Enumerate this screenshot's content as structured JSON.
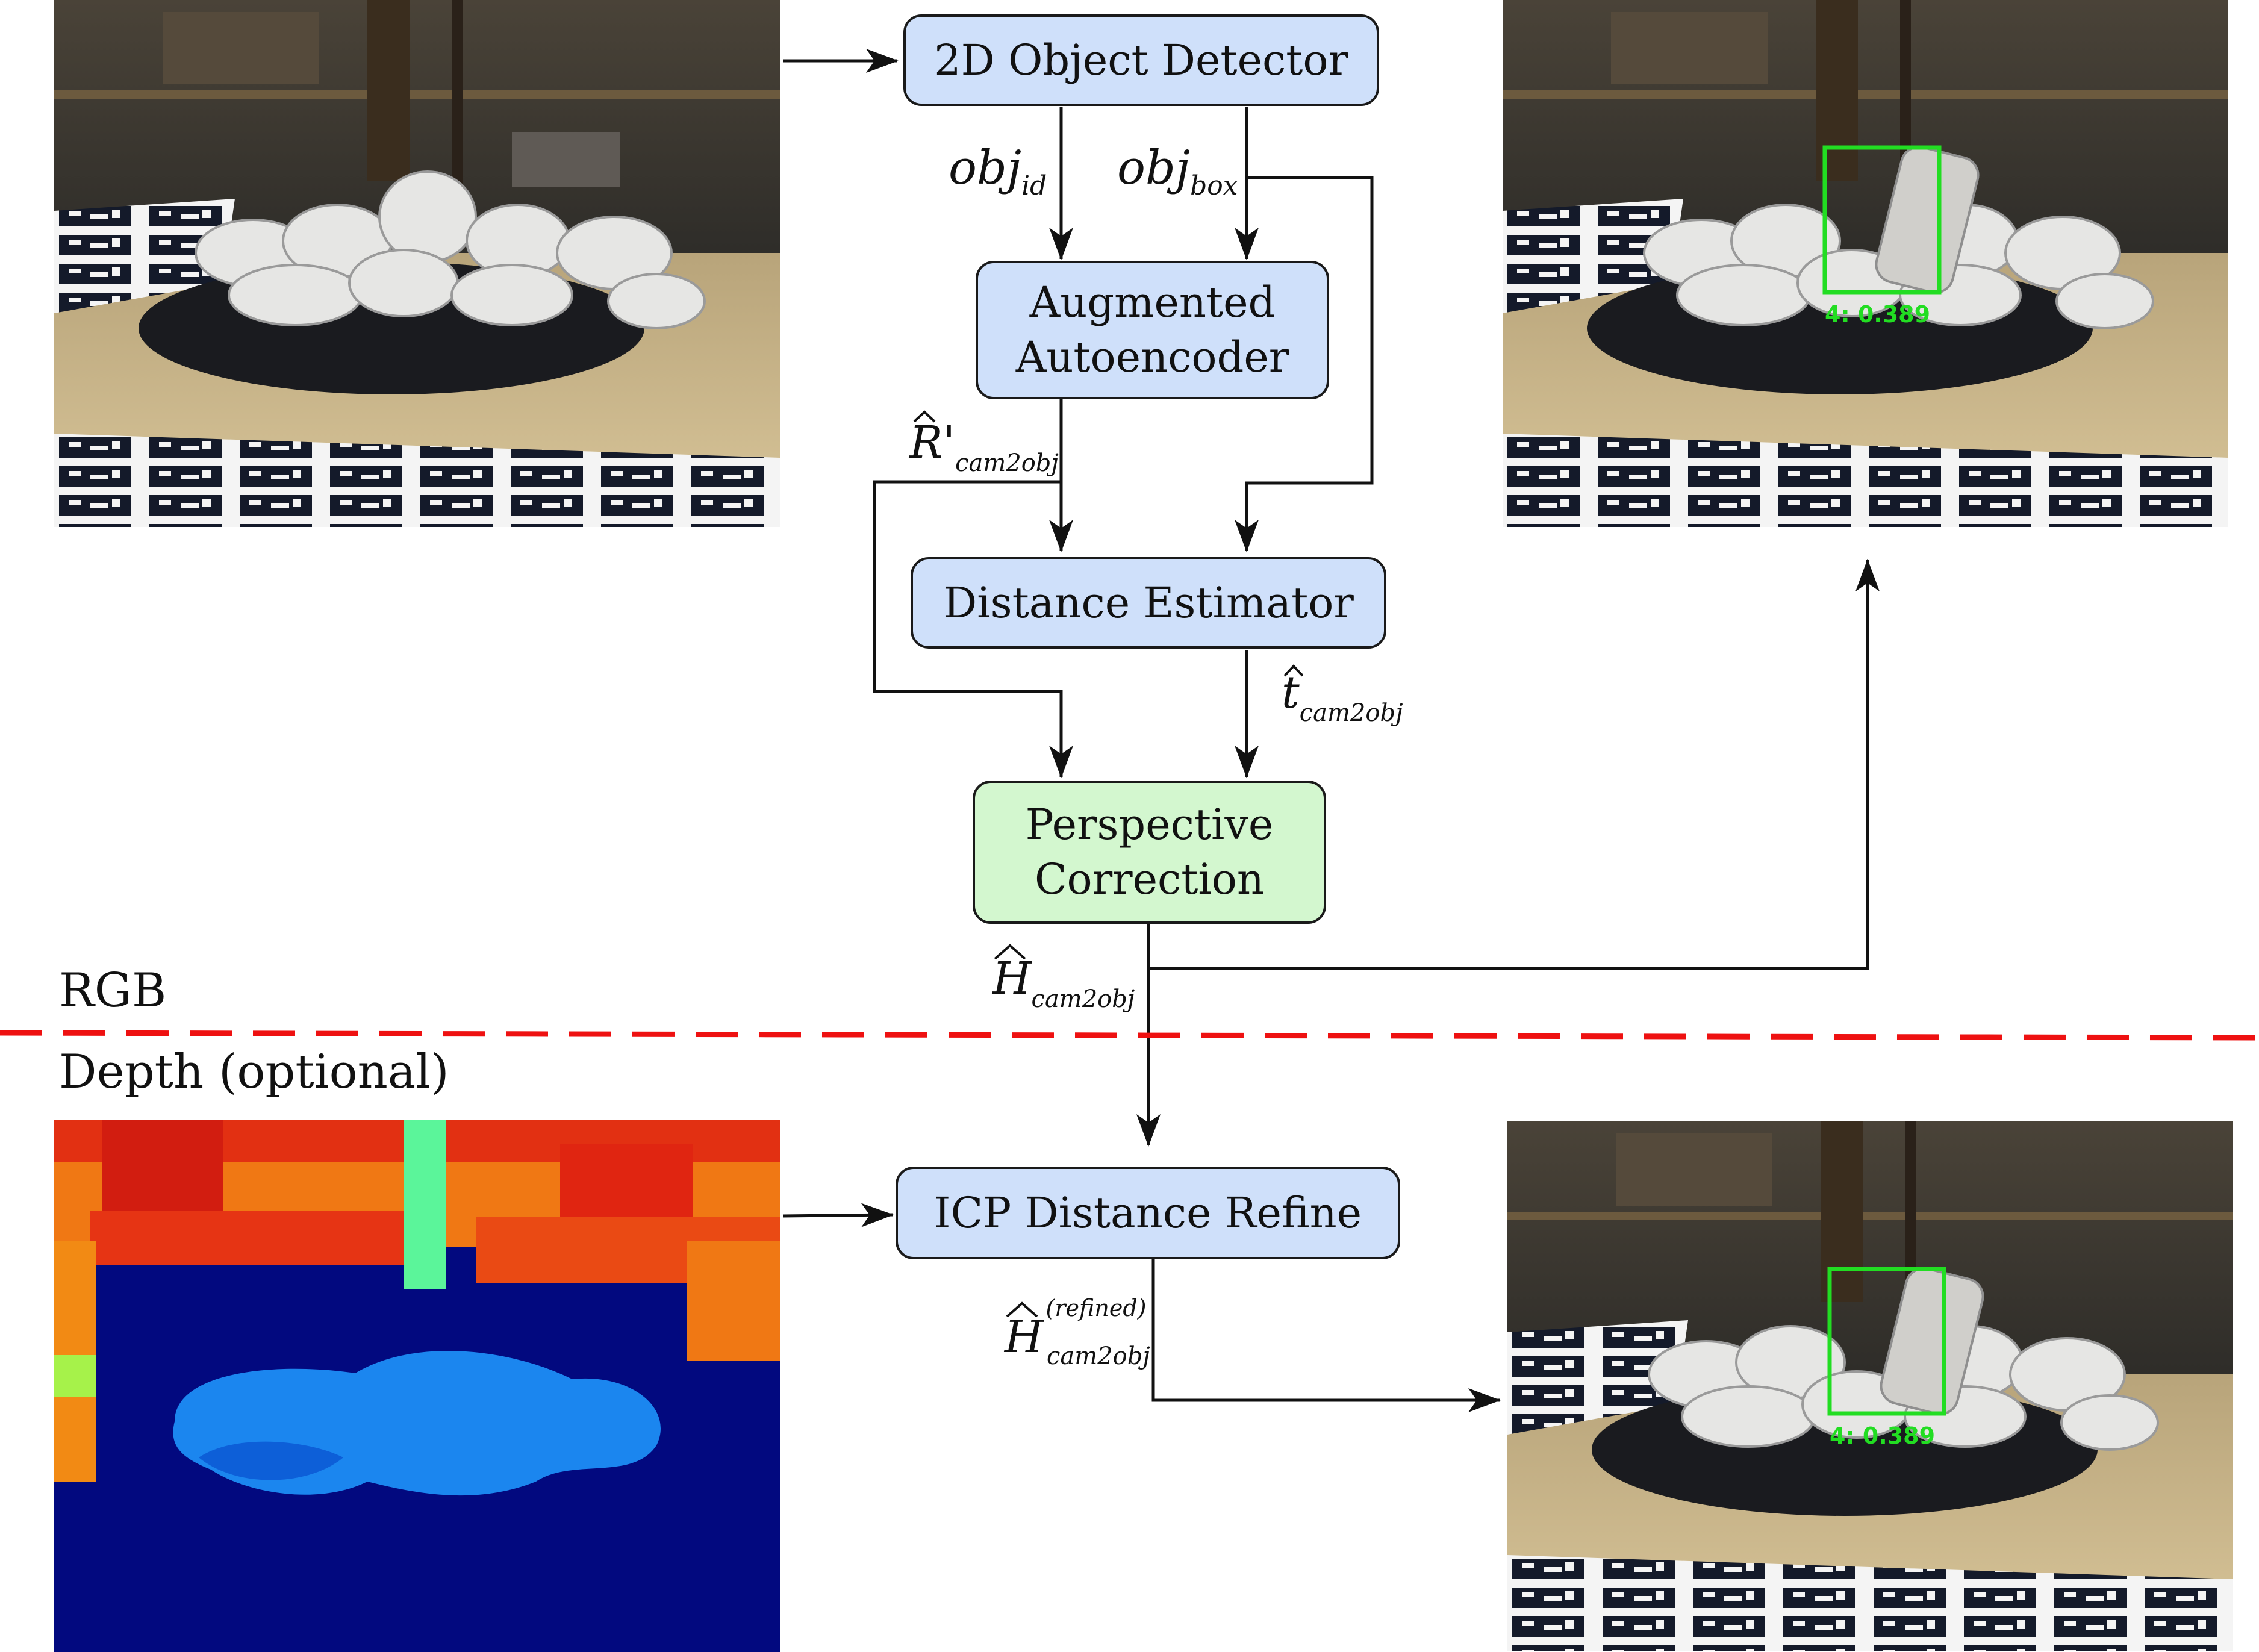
{
  "nodes": {
    "detector": "2D Object Detector",
    "autoencoder": {
      "line1": "Augmented",
      "line2": "Autoencoder"
    },
    "distance": "Distance Estimator",
    "perspective": {
      "line1": "Perspective",
      "line2": "Correction"
    },
    "icp": "ICP Distance Refine"
  },
  "edge_labels": {
    "obj_id": {
      "base": "obj",
      "sub": "id"
    },
    "obj_box": {
      "base": "obj",
      "sub": "box"
    },
    "r_hat": {
      "base": "R",
      "prime": "'",
      "sub": "cam2obj"
    },
    "t_hat": {
      "base": "t",
      "sub": "cam2obj"
    },
    "h_hat": {
      "base": "H",
      "sub": "cam2obj"
    },
    "h_refined": {
      "base": "H",
      "sup": "(refined)",
      "sub": "cam2obj"
    }
  },
  "sections": {
    "rgb": "RGB",
    "depth": "Depth (optional)"
  },
  "detection_label": "4: 0.389",
  "colors": {
    "node_blue": "#cfe0fa",
    "node_green": "#d3f7cf",
    "divider": "#ee1111",
    "detection_box": "#22dd22"
  }
}
